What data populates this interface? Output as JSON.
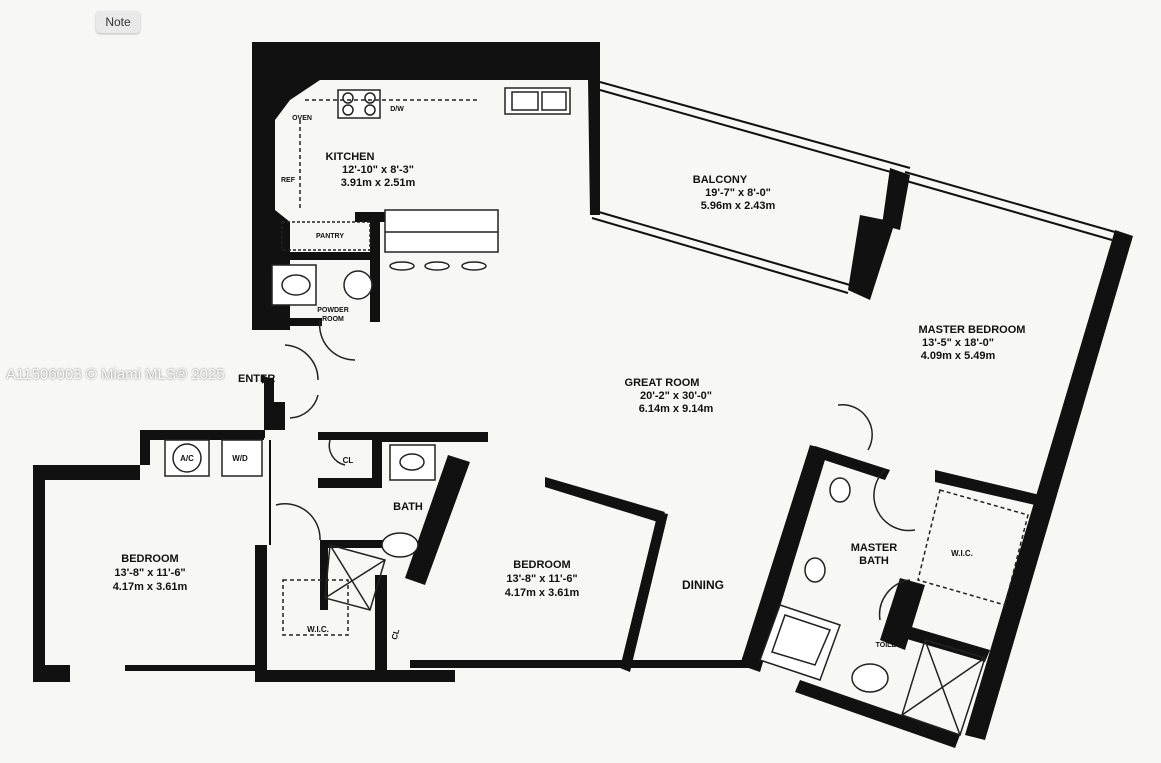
{
  "toolbar": {
    "note_label": "Note"
  },
  "watermark": "A11506003 © Miami MLS® 2025",
  "rooms": {
    "kitchen": {
      "name": "KITCHEN",
      "dim_ft": "12'-10\" x 8'-3\"",
      "dim_m": "3.91m x 2.51m"
    },
    "balcony": {
      "name": "BALCONY",
      "dim_ft": "19'-7\" x 8'-0\"",
      "dim_m": "5.96m x 2.43m"
    },
    "master_bedroom": {
      "name": "MASTER BEDROOM",
      "dim_ft": "13'-5\" x 18'-0\"",
      "dim_m": "4.09m x 5.49m"
    },
    "great_room": {
      "name": "GREAT ROOM",
      "dim_ft": "20'-2\" x 30'-0\"",
      "dim_m": "6.14m x 9.14m"
    },
    "bedroom_left": {
      "name": "BEDROOM",
      "dim_ft": "13'-8\" x 11'-6\"",
      "dim_m": "4.17m x 3.61m"
    },
    "bedroom_center": {
      "name": "BEDROOM",
      "dim_ft": "13'-8\" x 11'-6\"",
      "dim_m": "4.17m x 3.61m"
    },
    "dining": {
      "name": "DINING"
    },
    "bath": {
      "name": "BATH"
    },
    "master_bath": {
      "name": "MASTER",
      "name2": "BATH"
    },
    "powder_room": {
      "name": "POWDER",
      "name2": "ROOM"
    },
    "pantry": {
      "name": "PANTRY"
    },
    "entry": {
      "name": "ENTER"
    }
  },
  "fixtures": {
    "oven": "OVEN",
    "refrigerator": "REF",
    "dishwasher": "D/W",
    "ac": "A/C",
    "washer_dryer": "W/D",
    "closet_hall": "CL",
    "closet_bedroom": "CL",
    "wic_left": "W.I.C.",
    "wic_master": "W.I.C.",
    "toilet_room": "TOILET"
  }
}
